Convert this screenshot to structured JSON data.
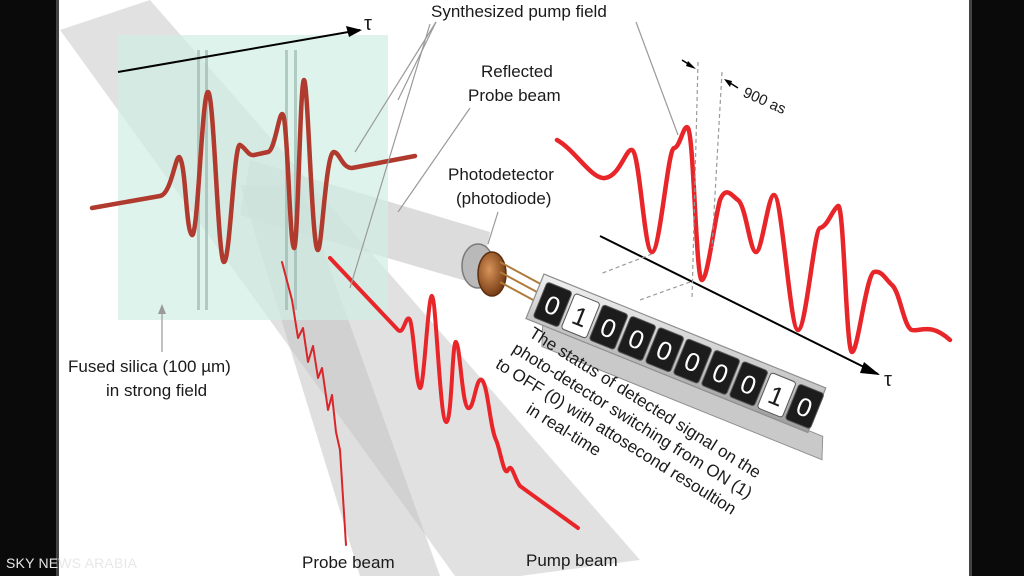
{
  "labels": {
    "synthesized_pump_field": "Synthesized pump field",
    "reflected_probe_line1": "Reflected",
    "reflected_probe_line2": "Probe beam",
    "photodetector_line1": "Photodetector",
    "photodetector_line2": "(photodiode)",
    "fused_silica_line1": "Fused silica (100 µm)",
    "fused_silica_line2": "in strong field",
    "probe_beam": "Probe beam",
    "pump_beam": "Pump beam",
    "tau_top": "τ",
    "tau_right": "τ",
    "resolution": "900 as"
  },
  "detector_status": {
    "bits": [
      "0",
      "1",
      "0",
      "0",
      "0",
      "0",
      "0",
      "0",
      "1",
      "0"
    ],
    "caption": [
      "The status of detected signal on the",
      "photo-detector switching from ON (1)",
      "to OFF (0) with attosecond resoultion",
      "in real-time"
    ]
  },
  "watermark": "SKY NEWS ARABIA",
  "colors": {
    "background": "#ffffff",
    "letterbox": "#0a0a0a",
    "pump_field": "#c0392b",
    "signal_red": "#e8262a",
    "silica_plate": "#d3ece4",
    "beam_gray": "#bdbdbd"
  }
}
